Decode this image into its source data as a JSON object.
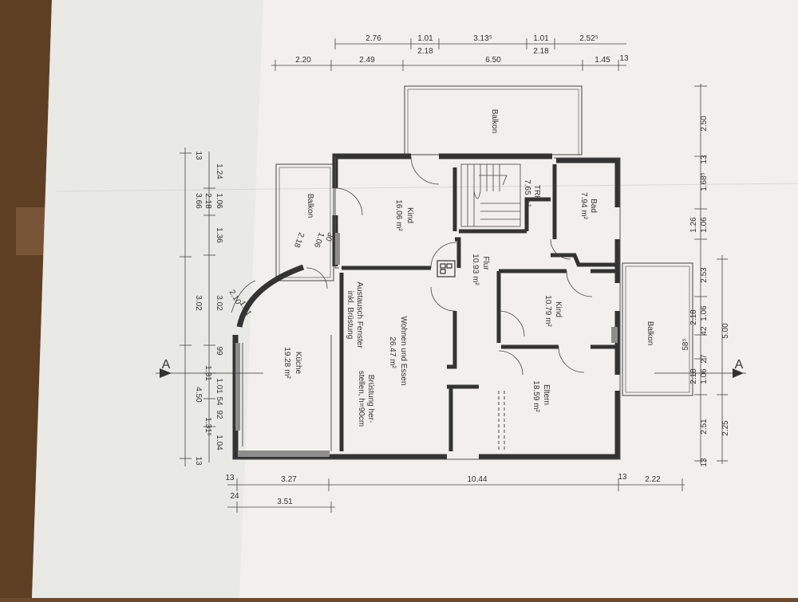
{
  "rooms": {
    "balkon_top": {
      "name": "Balkon"
    },
    "balkon_left": {
      "name": "Balkon"
    },
    "balkon_right": {
      "name": "Balkon"
    },
    "kind_top": {
      "name": "Kind",
      "area": "16.06 m²"
    },
    "trh": {
      "name": "TRH",
      "area": "7.65 m²"
    },
    "bad": {
      "name": "Bad",
      "area": "7.94 m²"
    },
    "flur": {
      "name": "Flur",
      "area": "10.93 m²"
    },
    "kind_right": {
      "name": "Kind",
      "area": "10.79 m²"
    },
    "wohnen": {
      "name": "Wohnen und Essen",
      "area": "26.47 m²"
    },
    "kueche": {
      "name": "Küche",
      "area": "19.28 m²"
    },
    "eltern": {
      "name": "Eltern",
      "area": "18.59 m²"
    }
  },
  "notes": {
    "austausch_1": "Austausch Fenster",
    "austausch_2": "inkl. Brüstung",
    "bruestung_1": "Brüstung her-",
    "bruestung_2": "stellen, h=90cm"
  },
  "section_marks": {
    "left": "A",
    "right": "A"
  },
  "dims": {
    "top_row1": [
      "2.76",
      "1.01",
      "3.13⁵",
      "1.01",
      "2.52⁵"
    ],
    "top_row1_sub": [
      "2.18",
      "2.18"
    ],
    "top_row2": [
      "2.20",
      "2.49",
      "6.50",
      "1.45",
      "13"
    ],
    "left_col1": [
      "13",
      "3.66",
      "3.02",
      "4.50",
      "13"
    ],
    "left_col2": [
      "1.24",
      "1.06",
      "2.18",
      "1.36",
      "3.02",
      "99",
      "1.01",
      "54",
      "92",
      "1.31⁵",
      "1.04"
    ],
    "left_col2_extra": [
      "1.31"
    ],
    "arc_dims": [
      "2.10",
      "1.81",
      "30",
      "1.06",
      "2.18"
    ],
    "right_col1": [
      "2.50",
      "13",
      "1.68⁵",
      "1.06",
      "1.26",
      "2.53",
      "1.06",
      "42",
      "2.18",
      "58⁵",
      "27",
      "1.06",
      "2.18",
      "2.51",
      "13"
    ],
    "right_col2": [
      "5.00",
      "2.25"
    ],
    "bottom_row1": [
      "13",
      "3.27",
      "10.44",
      "13",
      "2.22"
    ],
    "bottom_row2": [
      "24",
      "3.51"
    ]
  }
}
